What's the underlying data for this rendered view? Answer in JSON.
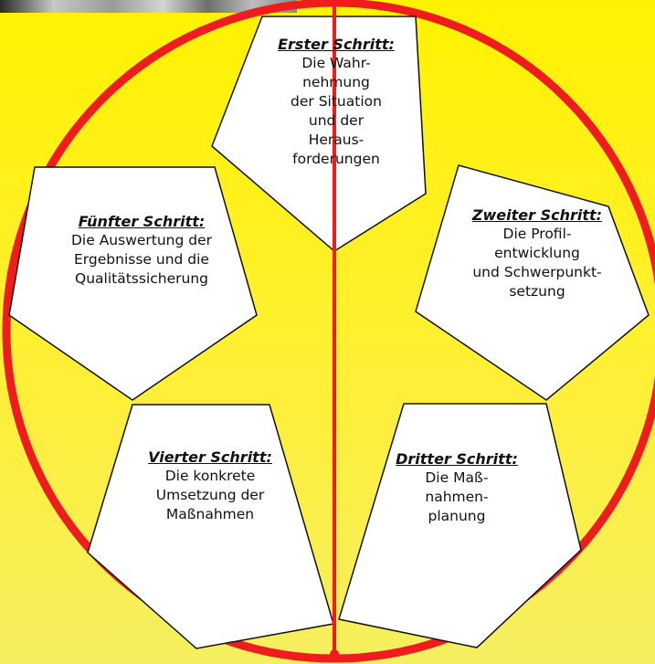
{
  "steps": [
    {
      "id": "erster",
      "head": "Erster Schritt:",
      "lines": [
        "Die Wahr-",
        "nehmung",
        "der Situation",
        "und der",
        "Heraus-",
        "forderungen"
      ]
    },
    {
      "id": "zweiter",
      "head": "Zweiter Schritt:",
      "lines": [
        "Die Profil-",
        "entwicklung",
        "und Schwerpunkt-",
        "setzung"
      ]
    },
    {
      "id": "dritter",
      "head": "Dritter Schritt:",
      "lines": [
        "Die Maß-",
        "nahmen-",
        "planung"
      ]
    },
    {
      "id": "vierter",
      "head": "Vierter Schritt:",
      "lines": [
        "Die konkrete",
        "Umsetzung der",
        "Maßnahmen"
      ]
    },
    {
      "id": "fuenfter",
      "head": "Fünfter Schritt:",
      "lines": [
        "Die Auswertung der",
        "Ergebnisse und die",
        "Qualitätssicherung"
      ]
    }
  ],
  "colors": {
    "circle": "#ee1c1c",
    "pentagon_fill": "#ffffff",
    "pentagon_stroke": "#111111",
    "background": "#fff200"
  }
}
